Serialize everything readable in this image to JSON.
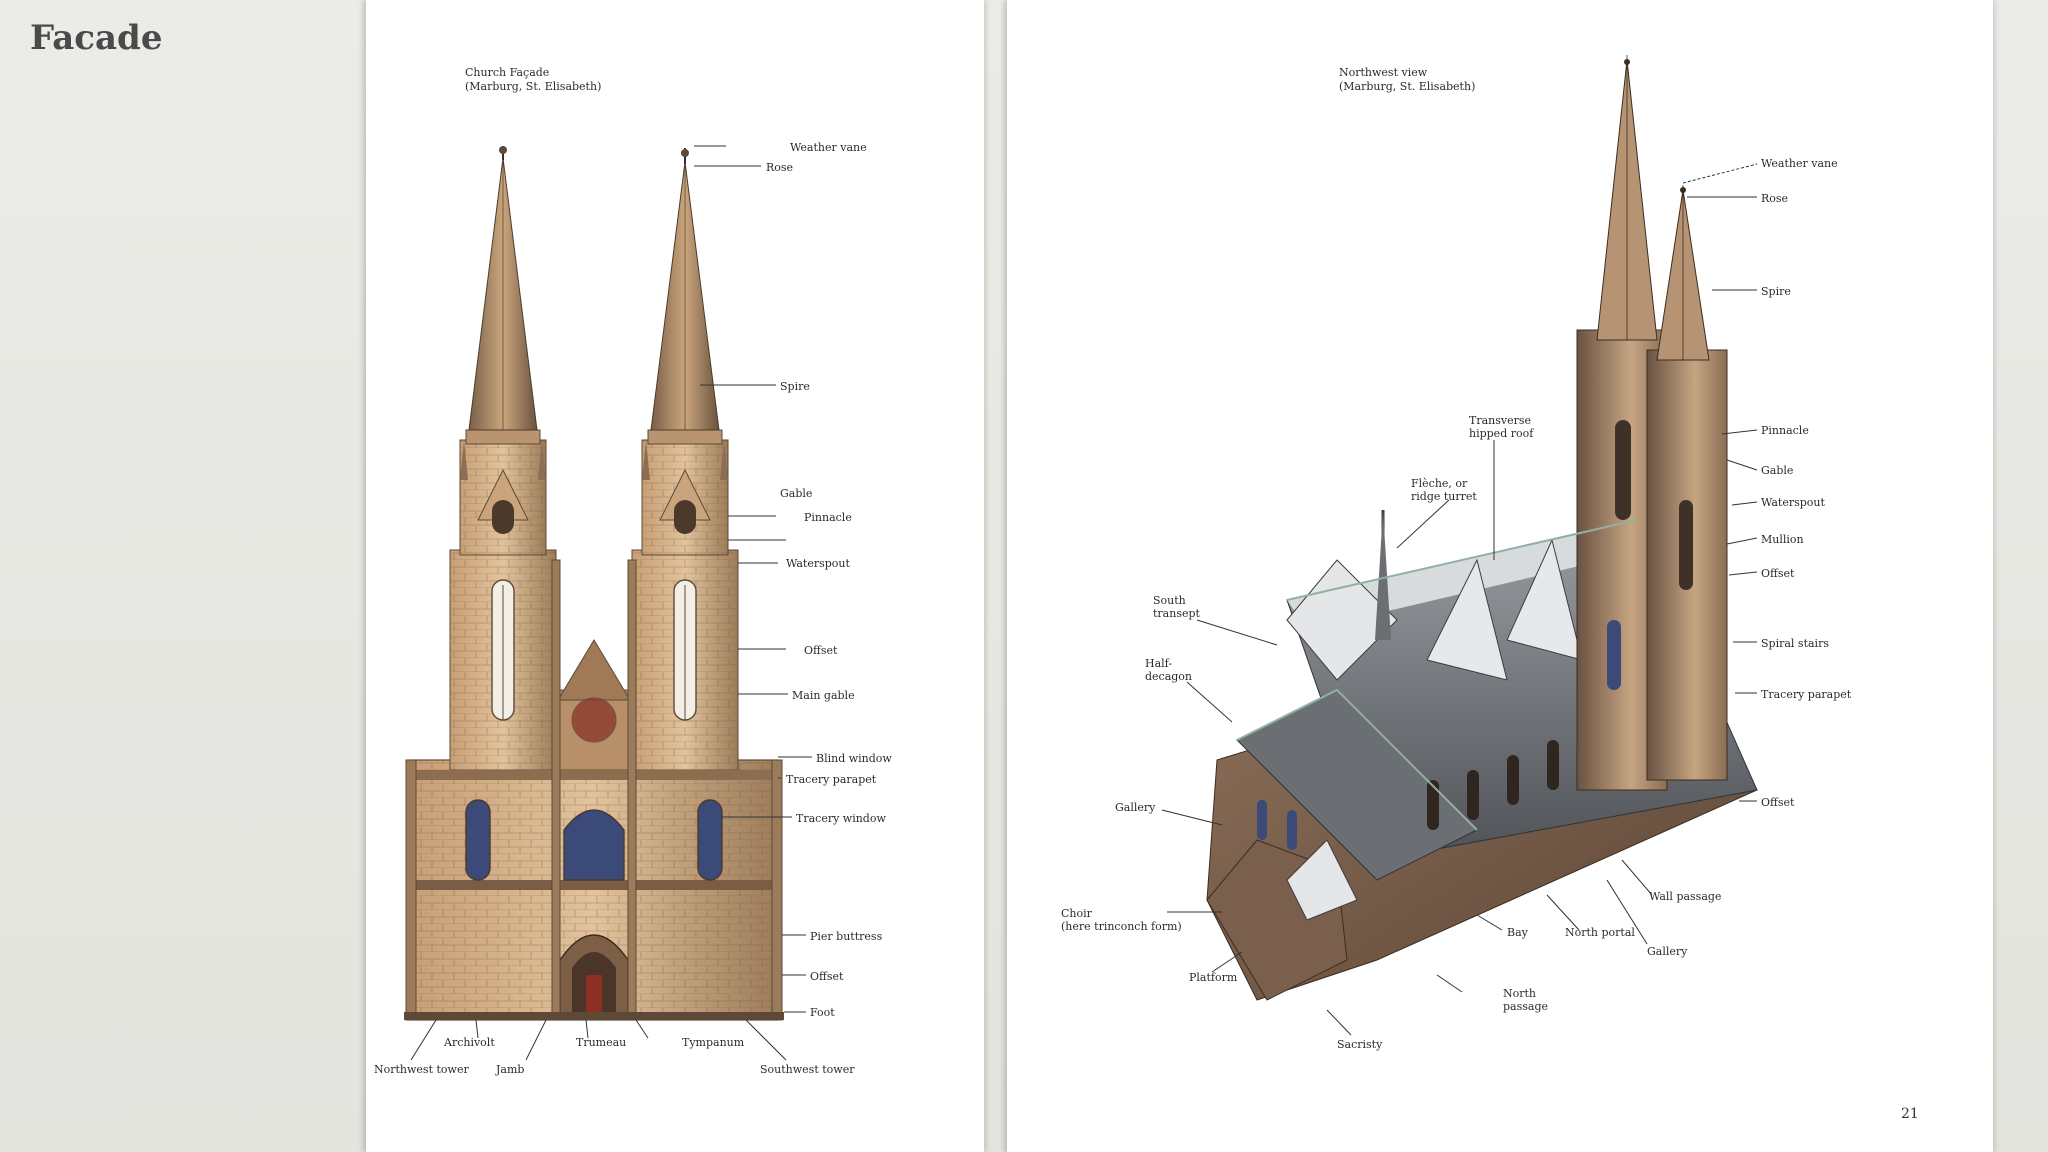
{
  "slide": {
    "title": "Facade"
  },
  "left_page": {
    "caption": [
      "Church Façade",
      "(Marburg, St. Elisabeth)"
    ],
    "labels": {
      "weather_vane": "Weather vane",
      "rose": "Rose",
      "spire": "Spire",
      "gable": "Gable",
      "pinnacle": "Pinnacle",
      "waterspout": "Waterspout",
      "offset1": "Offset",
      "main_gable": "Main gable",
      "blind_window": "Blind window",
      "tracery_parapet": "Tracery parapet",
      "tracery_window": "Tracery window",
      "pier_buttress": "Pier buttress",
      "offset2": "Offset",
      "foot": "Foot",
      "archivolt": "Archivolt",
      "trumeau": "Trumeau",
      "tympanum": "Tympanum",
      "northwest_tower": "Northwest tower",
      "jamb": "Jamb",
      "southwest_tower": "Southwest tower"
    }
  },
  "right_page": {
    "caption": [
      "Northwest view",
      "(Marburg, St. Elisabeth)"
    ],
    "labels": {
      "weather_vane": "Weather vane",
      "rose": "Rose",
      "spire": "Spire",
      "pinnacle": "Pinnacle",
      "gable": "Gable",
      "waterspout": "Waterspout",
      "mullion": "Mullion",
      "offset1": "Offset",
      "spiral_stairs": "Spiral stairs",
      "tracery_parapet": "Tracery parapet",
      "offset2": "Offset",
      "transverse_hipped_roof": [
        "Transverse",
        "hipped roof"
      ],
      "fleche": [
        "Flèche, or",
        "ridge turret"
      ],
      "south_transept": [
        "South",
        "transept"
      ],
      "half_decagon": [
        "Half-",
        "decagon"
      ],
      "gallery_left": "Gallery",
      "choir": [
        "Choir",
        "(here trinconch form)"
      ],
      "platform": "Platform",
      "sacristy": "Sacristy",
      "north_passage": [
        "North",
        "passage"
      ],
      "bay": "Bay",
      "north_portal": "North portal",
      "gallery_right": "Gallery",
      "wall_passage": "Wall passage"
    },
    "page_number": "21"
  },
  "colors": {
    "stone_light": "#d8b48a",
    "stone_mid": "#a98862",
    "stone_dark": "#5e4836",
    "roof": "#6b6e72",
    "roof_light": "#e4e6e8",
    "window": "#3c4a7a",
    "door": "#8a2f22"
  }
}
